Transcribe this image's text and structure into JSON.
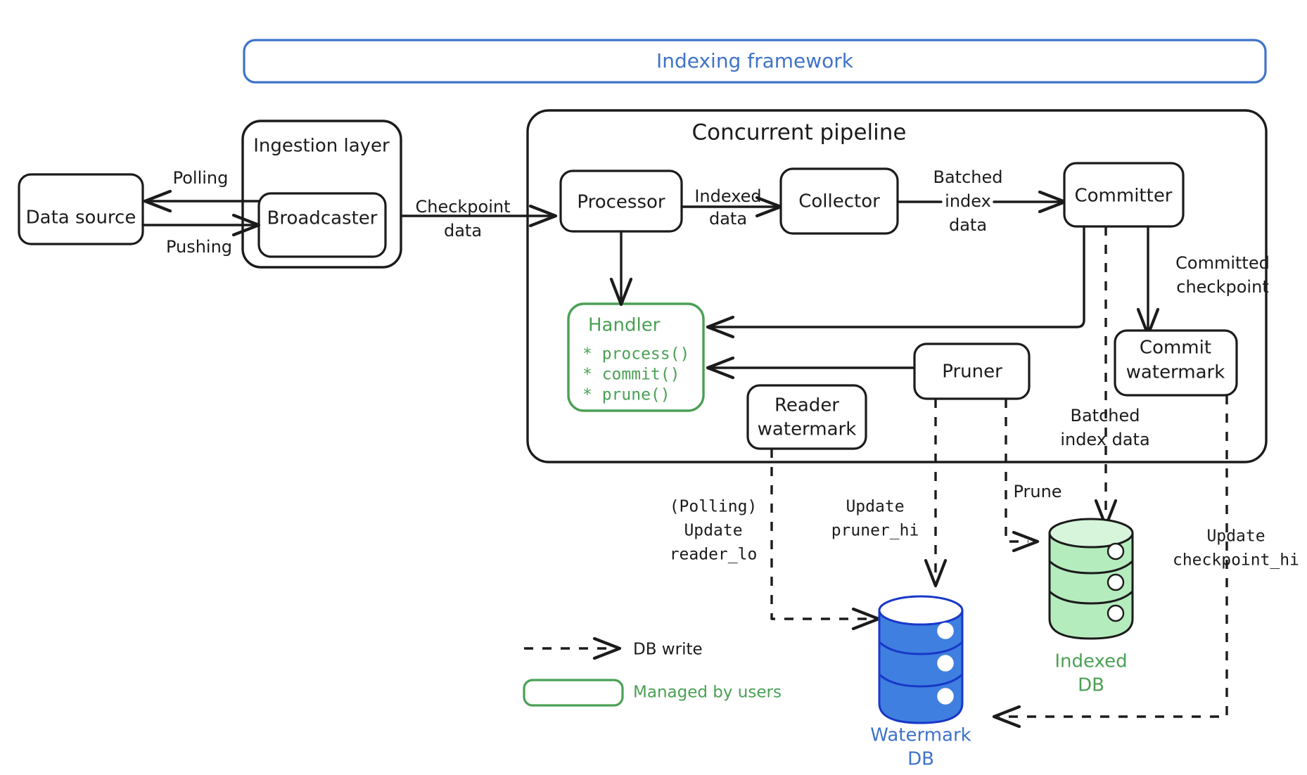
{
  "title": {
    "label": "Indexing framework"
  },
  "frames": {
    "ingestion_layer": "Ingestion layer",
    "concurrent_pipeline": "Concurrent pipeline"
  },
  "nodes": {
    "data_source": "Data source",
    "broadcaster": "Broadcaster",
    "processor": "Processor",
    "collector": "Collector",
    "committer": "Committer",
    "commit_watermark_line1": "Commit",
    "commit_watermark_line2": "watermark",
    "pruner": "Pruner",
    "reader_watermark_line1": "Reader",
    "reader_watermark_line2": "watermark"
  },
  "handler": {
    "title": "Handler",
    "methods": [
      "* process()",
      "* commit()",
      "* prune()"
    ]
  },
  "edges": {
    "polling": "Polling",
    "pushing": "Pushing",
    "checkpoint_data_line1": "Checkpoint",
    "checkpoint_data_line2": "data",
    "indexed_data_line1": "Indexed",
    "indexed_data_line2": "data",
    "batched_index_data_line1": "Batched",
    "batched_index_data_line2": "index",
    "batched_index_data_line3": "data",
    "committed_checkpoint_line1": "Committed",
    "committed_checkpoint_line2": "checkpoint",
    "batched_index_data2_line1": "Batched",
    "batched_index_data2_line2": "index data",
    "prune": "Prune",
    "update_reader_lo_line1": "(Polling)",
    "update_reader_lo_line2": "Update",
    "update_reader_lo_line3": "reader_lo",
    "update_pruner_hi_line1": "Update",
    "update_pruner_hi_line2": "pruner_hi",
    "update_checkpoint_hi_line1": "Update",
    "update_checkpoint_hi_line2": "checkpoint_hi"
  },
  "databases": {
    "indexed_db_line1": "Indexed",
    "indexed_db_line2": "DB",
    "watermark_db_line1": "Watermark",
    "watermark_db_line2": "DB"
  },
  "legend": {
    "db_write": "DB write",
    "managed_by_users": "Managed by users"
  },
  "colors": {
    "blue": "#3f73c9",
    "green": "#4ba055",
    "ink": "#1b1b1b",
    "db_green_fill": "#b5ecbd",
    "db_blue_fill": "#3f7fe0"
  }
}
